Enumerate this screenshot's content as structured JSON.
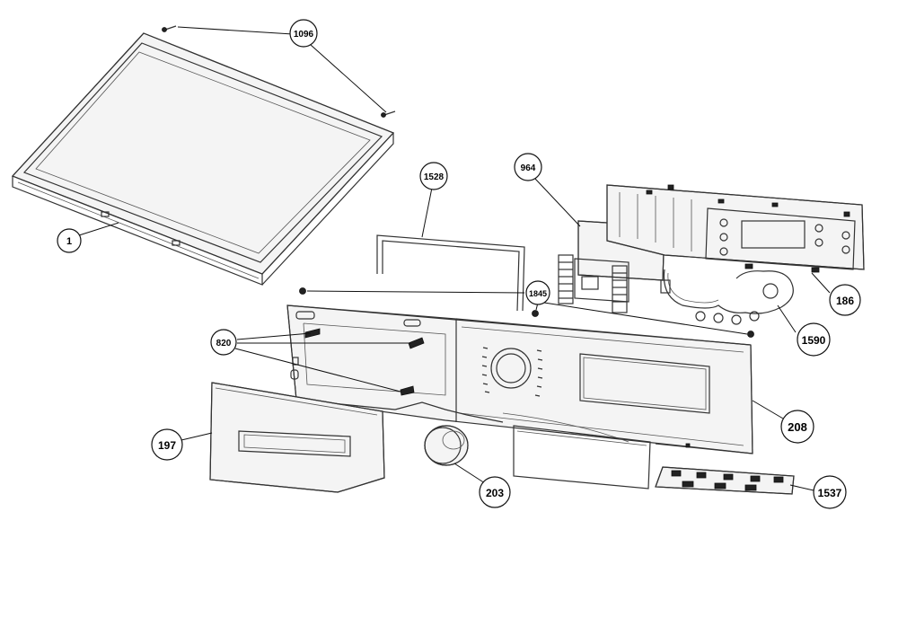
{
  "callouts": [
    {
      "id": "c1",
      "label": "1"
    },
    {
      "id": "c1096",
      "label": "1096"
    },
    {
      "id": "c1528",
      "label": "1528"
    },
    {
      "id": "c964",
      "label": "964"
    },
    {
      "id": "c1845",
      "label": "1845"
    },
    {
      "id": "c820",
      "label": "820"
    },
    {
      "id": "c186",
      "label": "186"
    },
    {
      "id": "c1590",
      "label": "1590"
    },
    {
      "id": "c208",
      "label": "208"
    },
    {
      "id": "c197",
      "label": "197"
    },
    {
      "id": "c203",
      "label": "203"
    },
    {
      "id": "c1537",
      "label": "1537"
    }
  ]
}
